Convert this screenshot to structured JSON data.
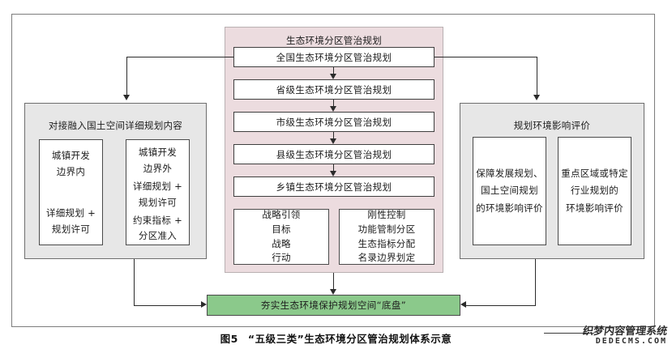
{
  "figure": {
    "caption_number": "图5",
    "caption_text": "“五级三类”生态环境分区管治规划体系示意"
  },
  "center_panel": {
    "title": "生态环境分区管治规划",
    "levels": [
      "全国生态环境分区管治规划",
      "省级生态环境分区管治规划",
      "市级生态环境分区管治规划",
      "县级生态环境分区管治规划",
      "乡镇生态环境分区管治规划"
    ],
    "bottom_boxes": [
      {
        "lines": [
          "战略引领",
          "目标",
          "战略",
          "行动"
        ]
      },
      {
        "lines": [
          "刚性控制",
          "功能管制分区",
          "生态指标分配",
          "名录边界划定"
        ]
      }
    ]
  },
  "left_panel": {
    "title": "对接融入国土空间详细规划内容",
    "boxes": [
      {
        "group_a": [
          "城镇开发",
          "边界内"
        ],
        "group_b": [
          "详细规划 +",
          "规划许可"
        ],
        "group_c": []
      },
      {
        "group_a": [
          "城镇开发",
          "边界外"
        ],
        "group_b": [
          "详细规划 +",
          "规划许可"
        ],
        "group_c": [
          "约束指标 +",
          "分区准入"
        ]
      }
    ]
  },
  "right_panel": {
    "title": "规划环境影响评价",
    "boxes": [
      {
        "lines": [
          "保障发展规划、",
          "国土空间规划",
          "的环境影响评价"
        ]
      },
      {
        "lines": [
          "重点区域或特定",
          "行业规划的",
          "环境影响评价"
        ]
      }
    ]
  },
  "result": {
    "label": "夯实生态环境保护规划空间“底盘”"
  },
  "watermark": {
    "cn": "织梦内容管理系统",
    "en": "DEDECMS.COM"
  },
  "colors": {
    "pink_panel": "#ecdcdf",
    "gray_panel": "#e7e7e7",
    "green_box": "#8bc98b",
    "line": "#2b2b2b"
  }
}
